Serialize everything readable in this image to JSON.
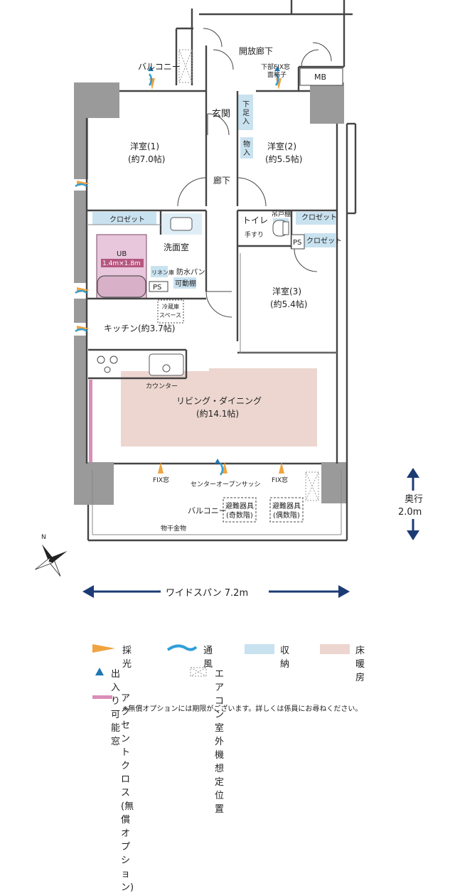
{
  "rooms": {
    "balcony_top": "バルコニー",
    "open_corridor": "開放廊下",
    "lower_fix_window": "下部FIX窓",
    "lattice": "面格子",
    "mb": "MB",
    "entrance": "玄関",
    "shoe_storage": "下足入",
    "storage": "物入",
    "western1_name": "洋室(1)",
    "western1_size": "(約7.0帖)",
    "western2_name": "洋室(2)",
    "western2_size": "(約5.5帖)",
    "hallway": "廊下",
    "closet": "クロゼット",
    "toilet": "トイレ",
    "hanging_shelf": "吊戸棚",
    "handrail": "手すり",
    "ps": "PS",
    "ub": "UB",
    "ub_size": "1.4m×1.8m",
    "washroom": "洗面室",
    "linen": "リネン庫",
    "waterproof_pan": "防水パン",
    "movable_shelf": "可動棚",
    "fridge1": "冷蔵庫",
    "fridge2": "スペース",
    "kitchen": "キッチン(約3.7帖)",
    "western3_name": "洋室(3)",
    "western3_size": "(約5.4帖)",
    "counter": "カウンター",
    "living_name": "リビング・ダイニング",
    "living_size": "(約14.1帖)",
    "fix_window": "FIX窓",
    "center_sash": "センターオープンサッシ",
    "balcony_bottom": "バルコニー",
    "evac1a": "避難器具",
    "evac1b": "(奇数階)",
    "evac2a": "避難器具",
    "evac2b": "(偶数階)",
    "drying": "物干金物"
  },
  "dimensions": {
    "depth_label": "奥行",
    "depth_value": "2.0m",
    "width_label": "ワイドスパン 7.2m"
  },
  "compass": {
    "north": "N"
  },
  "legend": {
    "lighting": "採光",
    "ventilation": "通風",
    "storage": "収納",
    "floor_heating": "床暖房",
    "access_window": "出入り可能窓",
    "ac_outdoor": "エアコン室外機想定位置",
    "accent_cloth": "アクセントクロス (無償オプション)",
    "note": "※無償オプションには期限がございます。詳しくは係員にお尋ねください。"
  },
  "colors": {
    "lighting": "#f0a440",
    "ventilation": "#2e9fd8",
    "storage": "#c9e2f0",
    "floor_heating": "#ecd6cf",
    "accent": "#d98fb8",
    "ub_fill": "#e8c6dc",
    "ub_bar": "#b5577f",
    "access": "#1f77b4",
    "navy": "#1c3b74"
  }
}
